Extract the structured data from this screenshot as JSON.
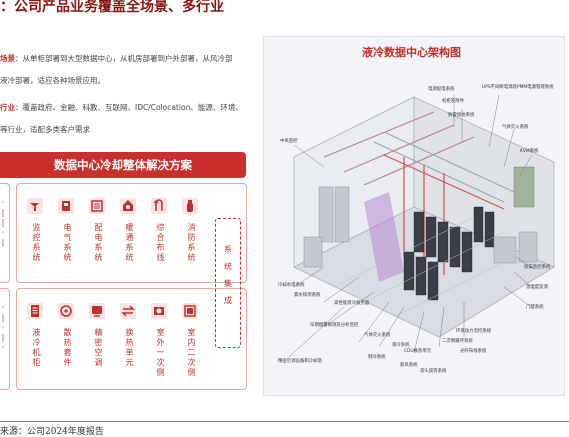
{
  "title": "：公司产品业务覆盖全场景、多行业",
  "bullets": [
    {
      "key": "场景",
      "text": "：从单柜部署到大型数据中心，从机房部署到户外部署，从风冷部"
    },
    {
      "key": "",
      "text": "液冷部署，适应各种场景应用。"
    },
    {
      "key": "行业",
      "text": "：覆盖政府、金融、科教、互联网、IDC/Colocation、能源、环境、"
    },
    {
      "key": "",
      "text": "等行业，适配多类客户需求"
    }
  ],
  "solution": {
    "banner": "数据中心冷却整体解决方案",
    "top_cards": [
      {
        "icon": "monitor-icon",
        "label": [
          "监",
          "控",
          "系",
          "统"
        ]
      },
      {
        "icon": "electrical-icon",
        "label": [
          "电",
          "气",
          "系",
          "统"
        ]
      },
      {
        "icon": "power-distribution-icon",
        "label": [
          "配",
          "电",
          "系",
          "统"
        ]
      },
      {
        "icon": "hvac-icon",
        "label": [
          "暖",
          "通",
          "系",
          "统"
        ]
      },
      {
        "icon": "cabling-icon",
        "label": [
          "综",
          "合",
          "布",
          "线"
        ]
      },
      {
        "icon": "fire-icon",
        "label": [
          "消",
          "防",
          "系",
          "统"
        ]
      }
    ],
    "bottom_cards": [
      {
        "icon": "liquid-cabinet-icon",
        "label": [
          "液",
          "冷",
          "机",
          "柜"
        ]
      },
      {
        "icon": "heat-kit-icon",
        "label": [
          "散",
          "热",
          "套",
          "件"
        ]
      },
      {
        "icon": "precision-ac-icon",
        "label": [
          "精",
          "密",
          "空",
          "调"
        ]
      },
      {
        "icon": "heat-exchanger-icon",
        "label": [
          "换",
          "热",
          "单",
          "元"
        ]
      },
      {
        "icon": "outdoor-unit-icon",
        "label": [
          "室",
          "外",
          "一",
          "次",
          "侧"
        ]
      },
      {
        "icon": "indoor-unit-icon",
        "label": [
          "室",
          "内",
          "二",
          "次",
          "侧"
        ]
      }
    ],
    "integration": [
      "系",
      "统",
      "集",
      "成"
    ],
    "left_strip_top": [
      "·",
      "|",
      "|",
      "·",
      "|"
    ],
    "left_strip_bottom": [
      "·",
      "|",
      "·",
      "|",
      "·"
    ]
  },
  "diagram": {
    "title": "液冷数据中心架构图",
    "labels": {
      "l1": "电源配电系统",
      "l2": "机柜及附件",
      "l3": "UPS不间断电源及PMM电源管理系统",
      "l4": "中央监控",
      "l5": "防雷接地系统",
      "l6": "气体灭火系统",
      "l7": "KVM系统",
      "l8": "保安监控系统",
      "l9": "温湿度监测",
      "l10": "门禁系统",
      "l11": "冷却水塔系统",
      "l12": "漏水探测系统",
      "l13": "高性能液冷服务器",
      "l14": "早期烟雾探测及分析监控",
      "l15": "气体灭火系统",
      "l16": "液冷系统",
      "l17": "CDU换热单元",
      "l18": "二次侧循环系统",
      "l19": "环境动力监控系统",
      "l20": "制冷系统",
      "l21": "精密空调设备和冷却塔",
      "l22": "新风系统",
      "l23": "光纤布线系统",
      "l24": "双头锁等系统"
    }
  },
  "source": "来源：公司2024年度报告"
}
